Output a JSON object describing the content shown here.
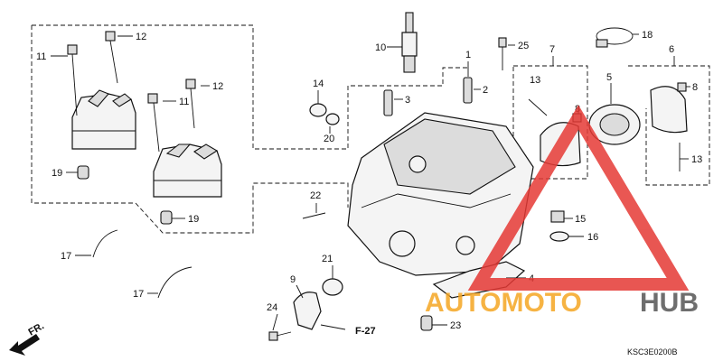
{
  "callouts": [
    {
      "id": "c1",
      "label": "1"
    },
    {
      "id": "c2",
      "label": "2"
    },
    {
      "id": "c3",
      "label": "3"
    },
    {
      "id": "c4",
      "label": "4"
    },
    {
      "id": "c5",
      "label": "5"
    },
    {
      "id": "c6",
      "label": "6"
    },
    {
      "id": "c7",
      "label": "7"
    },
    {
      "id": "c8",
      "label": "8"
    },
    {
      "id": "c8b",
      "label": "8"
    },
    {
      "id": "c9",
      "label": "9"
    },
    {
      "id": "c10",
      "label": "10"
    },
    {
      "id": "c11a",
      "label": "11"
    },
    {
      "id": "c11b",
      "label": "11"
    },
    {
      "id": "c12a",
      "label": "12"
    },
    {
      "id": "c12b",
      "label": "12"
    },
    {
      "id": "c13a",
      "label": "13"
    },
    {
      "id": "c13b",
      "label": "13"
    },
    {
      "id": "c14",
      "label": "14"
    },
    {
      "id": "c15",
      "label": "15"
    },
    {
      "id": "c16",
      "label": "16"
    },
    {
      "id": "c17a",
      "label": "17"
    },
    {
      "id": "c17b",
      "label": "17"
    },
    {
      "id": "c18",
      "label": "18"
    },
    {
      "id": "c19a",
      "label": "19"
    },
    {
      "id": "c19b",
      "label": "19"
    },
    {
      "id": "c20",
      "label": "20"
    },
    {
      "id": "c21",
      "label": "21"
    },
    {
      "id": "c22",
      "label": "22"
    },
    {
      "id": "c23",
      "label": "23"
    },
    {
      "id": "c24",
      "label": "24"
    },
    {
      "id": "c25",
      "label": "25"
    }
  ],
  "reference": "F-27",
  "direction": "FR.",
  "diagram_code": "KSC3E0200B",
  "watermark": {
    "brand_part1": "AUTOMOTO",
    "brand_part2": "HUB",
    "color_red": "#e53935",
    "color_orange": "#f5a623",
    "color_gray": "#555555"
  }
}
